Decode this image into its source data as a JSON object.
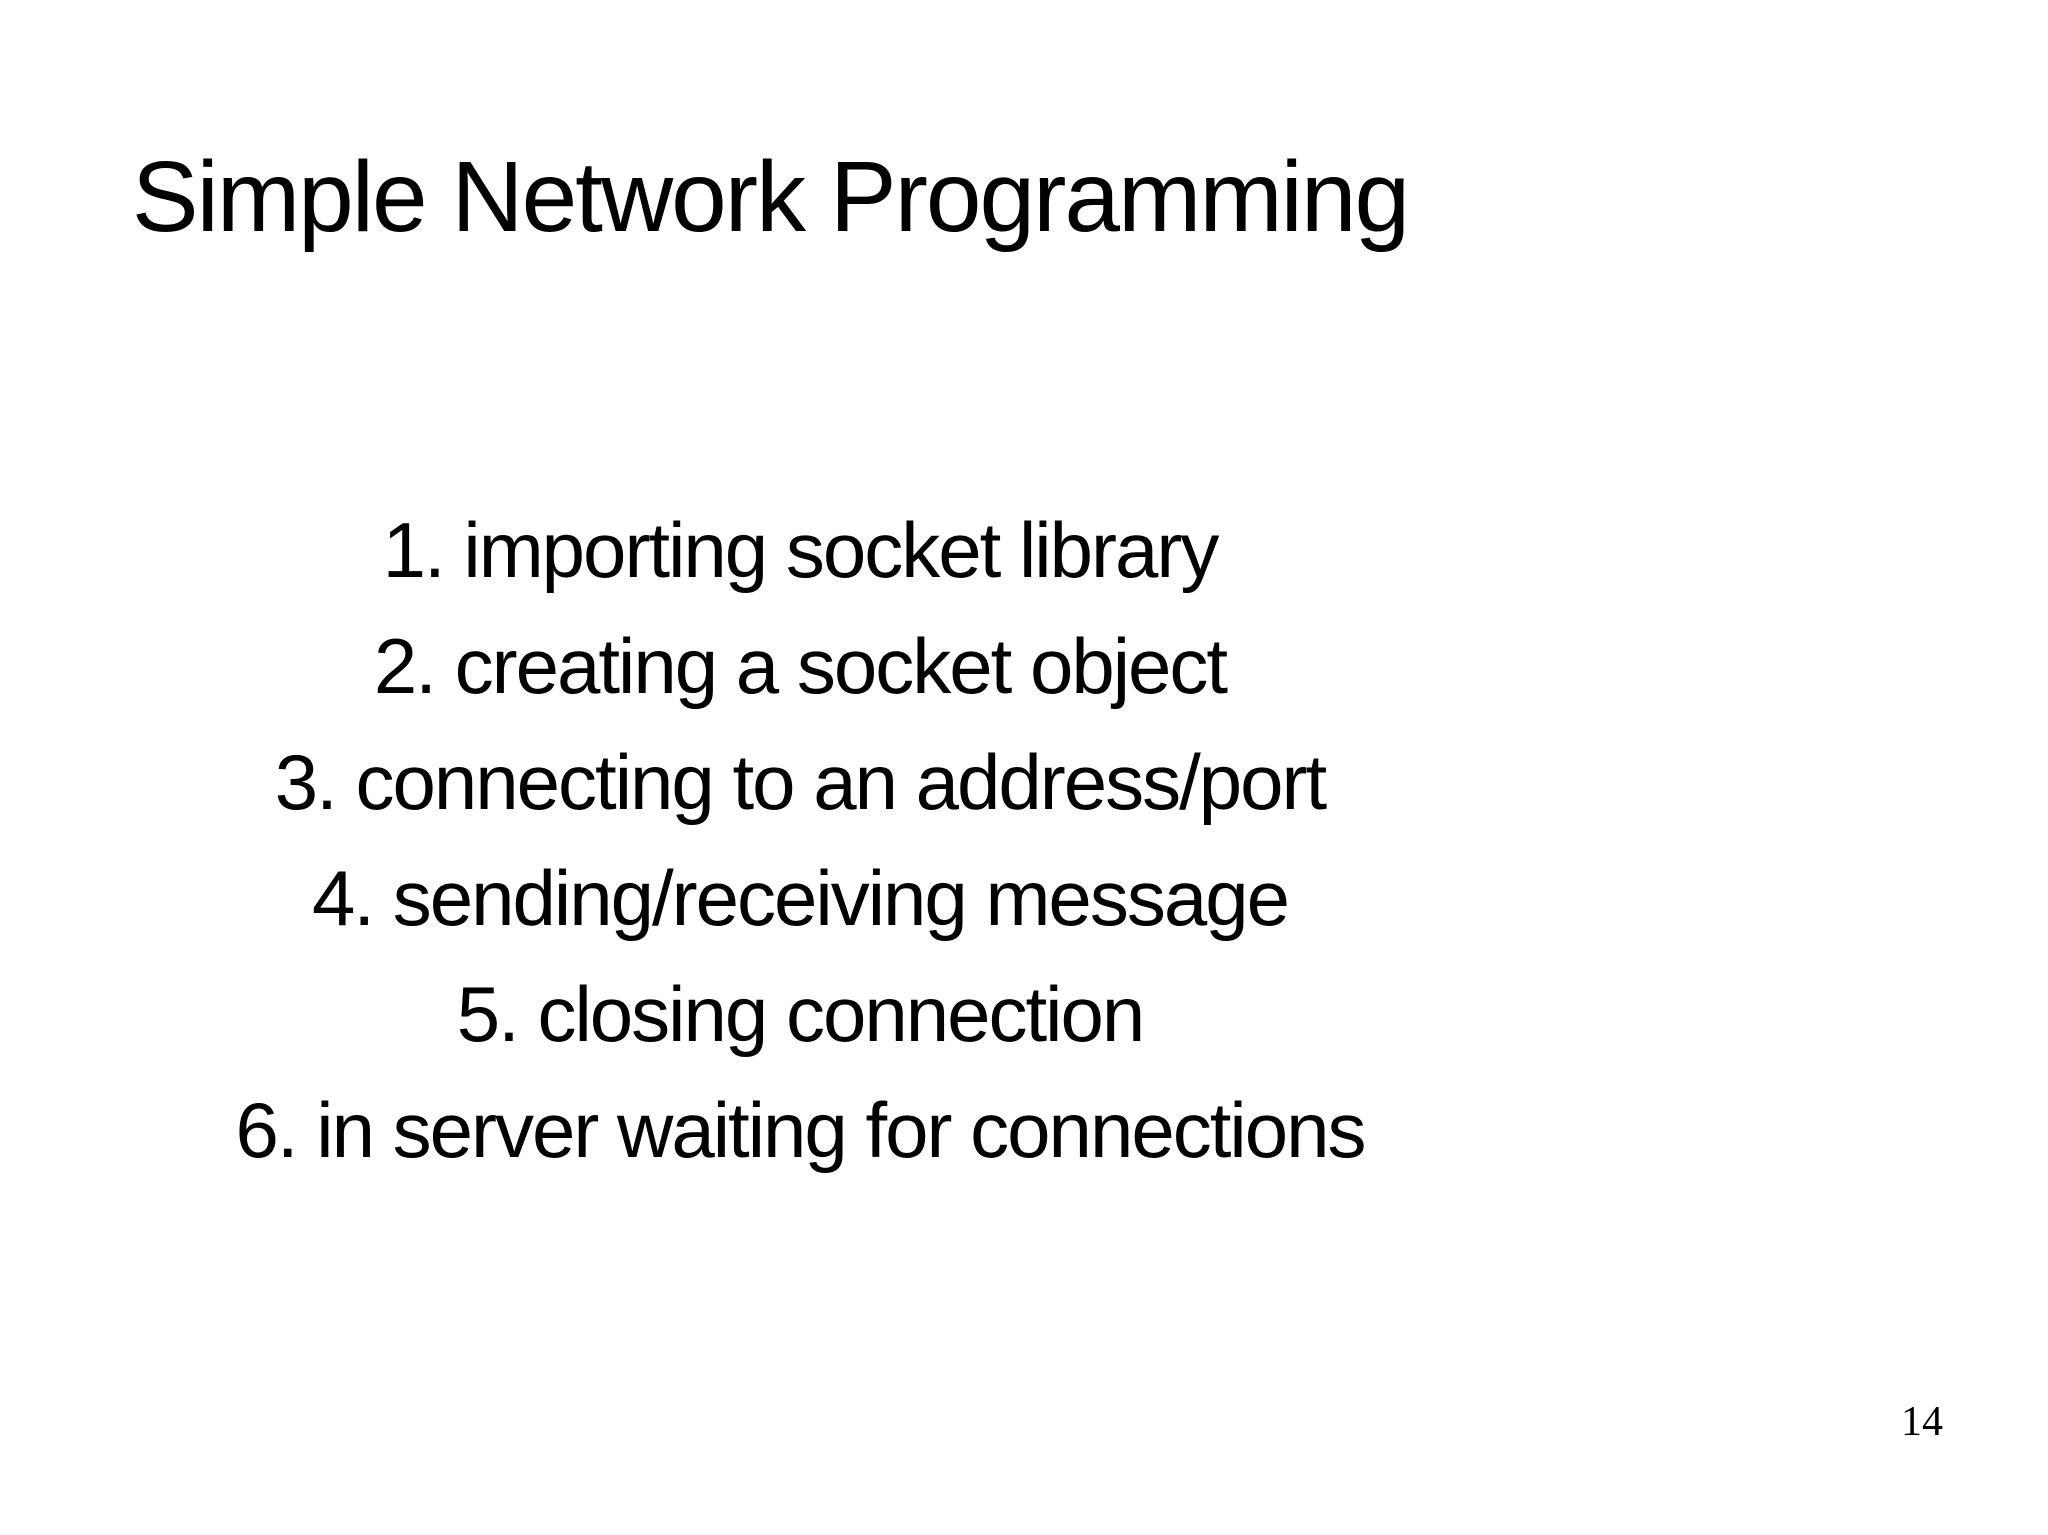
{
  "slide": {
    "title": "Simple Network Programming",
    "items": [
      "1. importing socket library",
      "2. creating a socket object",
      "3. connecting to an address/port",
      "4. sending/receiving message",
      "5. closing connection",
      "6. in server waiting for connections"
    ],
    "page_number": "14",
    "colors": {
      "background": "#ffffff",
      "text": "#000000"
    }
  }
}
